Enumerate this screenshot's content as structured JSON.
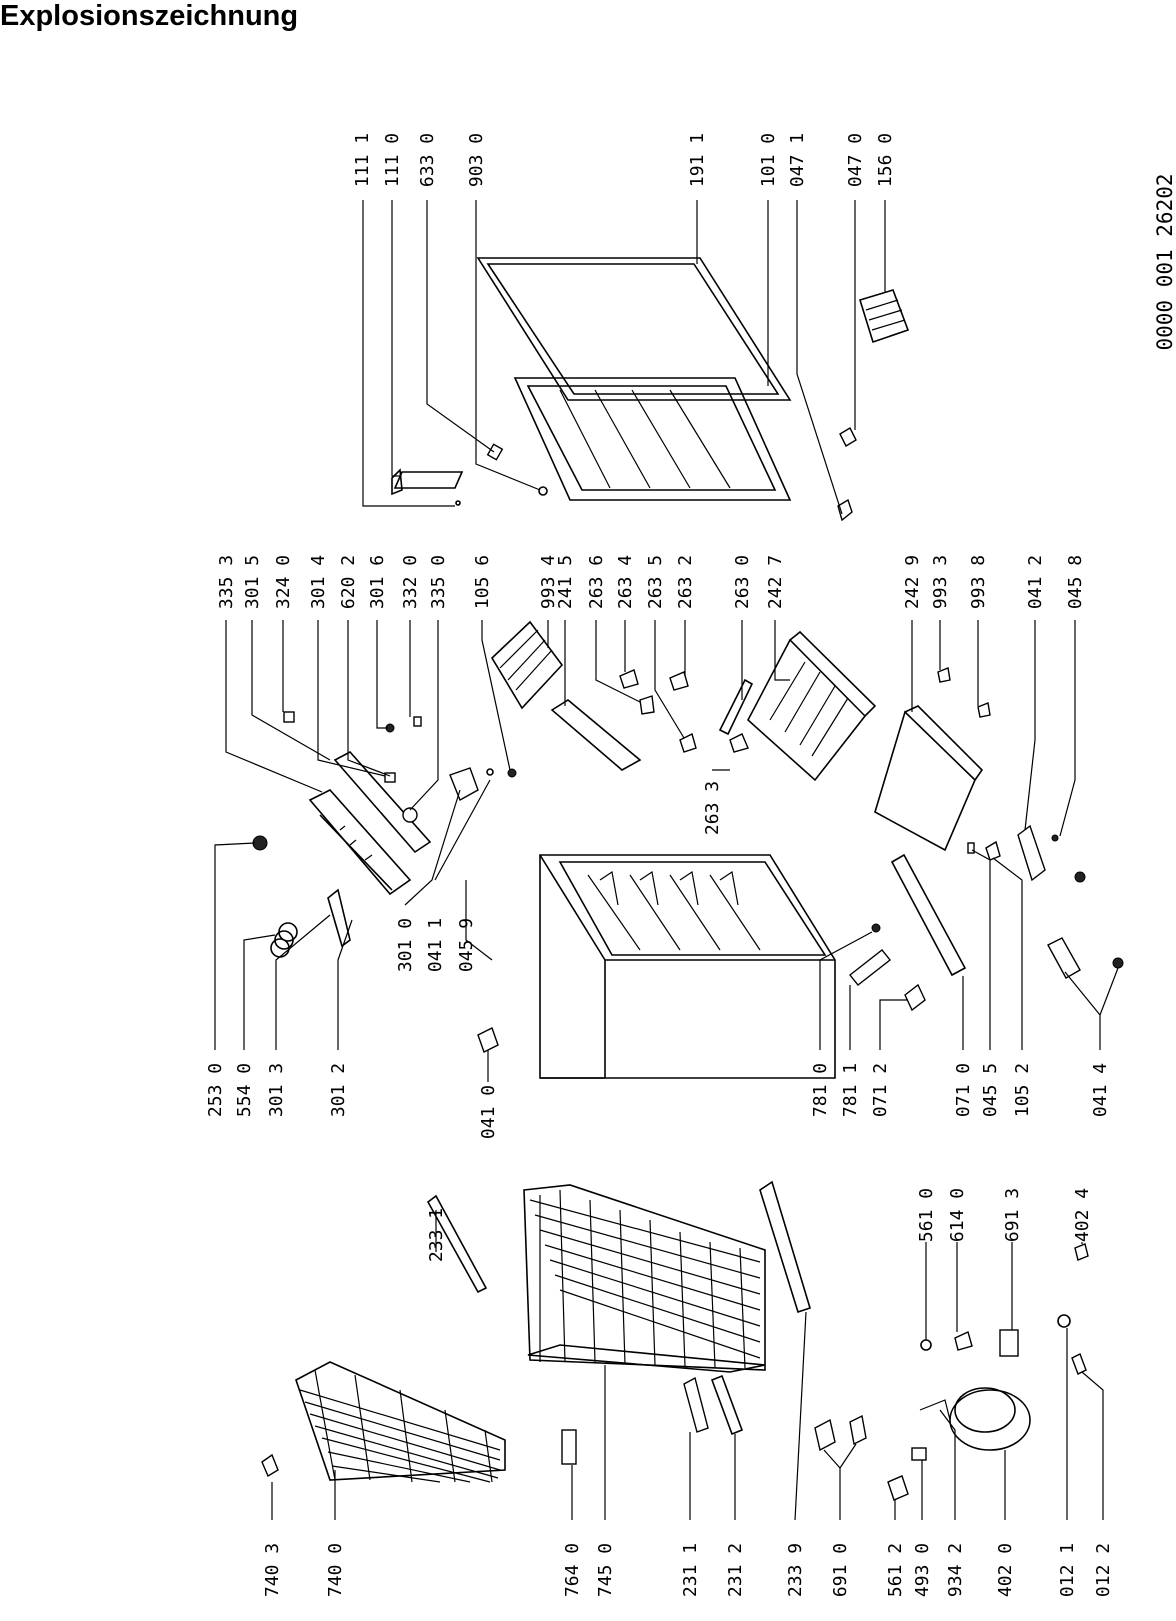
{
  "title": "Explosionszeichnung",
  "document_id": "0000 001 26202",
  "labels": {
    "l1111": "111 1",
    "l1110": "111 0",
    "l6330": "633 0",
    "l9030": "903 0",
    "l1911": "191 1",
    "l1010": "101 0",
    "l0471": "047 1",
    "l0470": "047 0",
    "l1560": "156 0",
    "l3353": "335 3",
    "l3015": "301 5",
    "l3240": "324 0",
    "l3014": "301 4",
    "l6202": "620 2",
    "l3016": "301 6",
    "l3320": "332 0",
    "l3350": "335 0",
    "l1056": "105 6",
    "l9934": "993 4",
    "l2415": "241 5",
    "l2636": "263 6",
    "l2634": "263 4",
    "l2635": "263 5",
    "l2632": "263 2",
    "l2630": "263 0",
    "l2427": "242 7",
    "l2429": "242 9",
    "l9933": "993 3",
    "l9938": "993 8",
    "l0412": "041 2",
    "l0458": "045 8",
    "l2633": "263 3",
    "l3010": "301 0",
    "l0411": "041 1",
    "l0459": "045 9",
    "l2530": "253 0",
    "l5540": "554 0",
    "l3013": "301 3",
    "l3012": "301 2",
    "l0410": "041 0",
    "l7810": "781 0",
    "l7811": "781 1",
    "l0712": "071 2",
    "l0710": "071 0",
    "l0455": "045 5",
    "l1052": "105 2",
    "l0414": "041 4",
    "l2331": "233 1",
    "l5610": "561 0",
    "l6140": "614 0",
    "l6913": "691 3",
    "l4024": "402 4",
    "l7403": "740 3",
    "l7400": "740 0",
    "l7640": "764 0",
    "l7450": "745 0",
    "l2311": "231 1",
    "l2312": "231 2",
    "l2339": "233 9",
    "l6910": "691 0",
    "l5612": "561 2",
    "l4930": "493 0",
    "l9342": "934 2",
    "l4020": "402 0",
    "l0121": "012 1",
    "l0122": "012 2"
  }
}
